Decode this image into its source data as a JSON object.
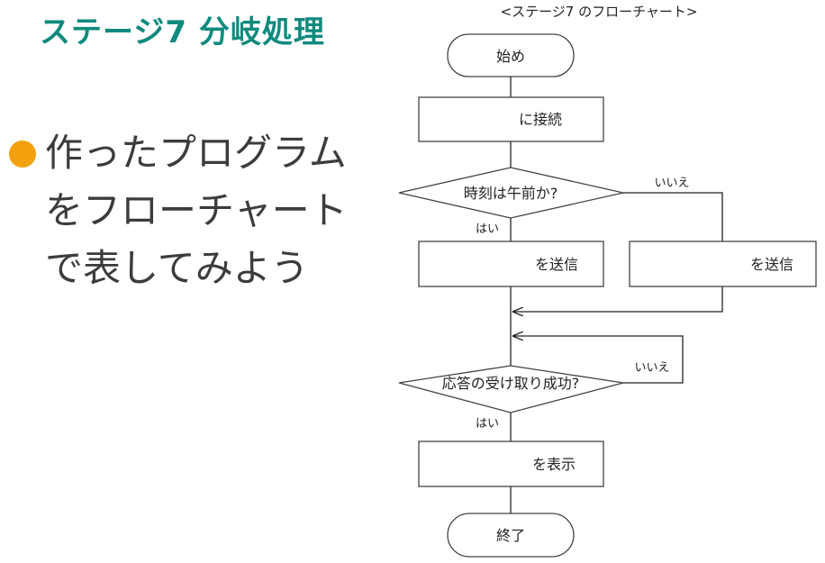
{
  "slide": {
    "title": "ステージ7 分岐処理",
    "bullet_lines": [
      "作ったプログラム",
      "をフローチャート",
      "で表してみよう"
    ],
    "accent_color": "#0f8a7e",
    "bullet_color": "#f5a00e"
  },
  "flowchart": {
    "caption": "<ステージ7 のフローチャート>",
    "nodes": {
      "start": "始め",
      "connect": "に接続",
      "decision_time": "時刻は午前か?",
      "send_left": "を送信",
      "send_right": "を送信",
      "decision_response": "応答の受け取り成功?",
      "display": "を表示",
      "end": "終了"
    },
    "labels": {
      "time_no": "いいえ",
      "time_yes": "はい",
      "response_no": "いいえ",
      "response_yes": "はい"
    }
  }
}
